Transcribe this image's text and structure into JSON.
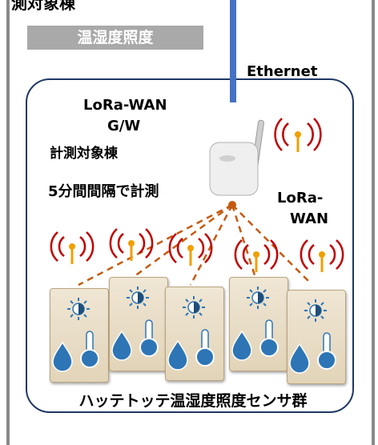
{
  "header": {
    "top_text": "測対象棟",
    "badge": "温湿度照度"
  },
  "network": {
    "ethernet": "Ethernet"
  },
  "gateway": {
    "title_line1": "LoRa-WAN",
    "title_line2": "G/W",
    "building": "計測対象棟",
    "interval": "5分間間隔で計測"
  },
  "radio": {
    "label_line1": "LoRa-",
    "label_line2": "WAN"
  },
  "footer": {
    "caption": "ハッテトッテ温湿度照度センサ群"
  },
  "colors": {
    "cable": "#4472c4",
    "panel_border": "#1f3864",
    "antenna": "#c00000",
    "link": "#c55a11",
    "drop": "#2e75b6"
  },
  "icons": [
    "antenna-icon",
    "sun-icon",
    "water-drop-icon",
    "thermometer-icon",
    "gateway-device-icon"
  ]
}
